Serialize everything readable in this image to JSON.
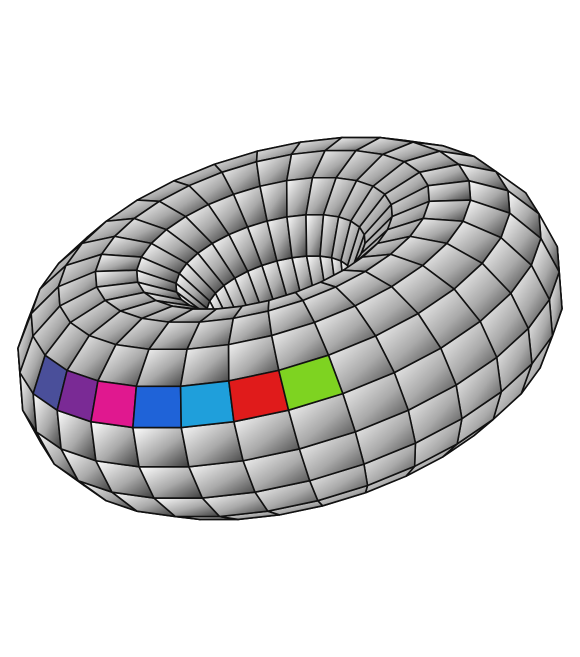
{
  "figure": {
    "subject": "torus-wireframe",
    "background_color": "#ffffff",
    "outline_color": "#111111",
    "shading": {
      "light": "#ffffff",
      "mid": "#a9a9a9",
      "dark": "#3c3c3c"
    },
    "grid": {
      "major_segments": 30,
      "minor_segments": 16
    },
    "highlighted_cells": [
      {
        "name": "green",
        "color": "#7ed321"
      },
      {
        "name": "red",
        "color": "#e01b1b"
      },
      {
        "name": "light-blue",
        "color": "#1f9fdb"
      },
      {
        "name": "blue",
        "color": "#1f63d8"
      },
      {
        "name": "magenta",
        "color": "#e0188f"
      },
      {
        "name": "purple",
        "color": "#7a2a95"
      },
      {
        "name": "slate-blue",
        "color": "#4a4f9a"
      }
    ]
  }
}
